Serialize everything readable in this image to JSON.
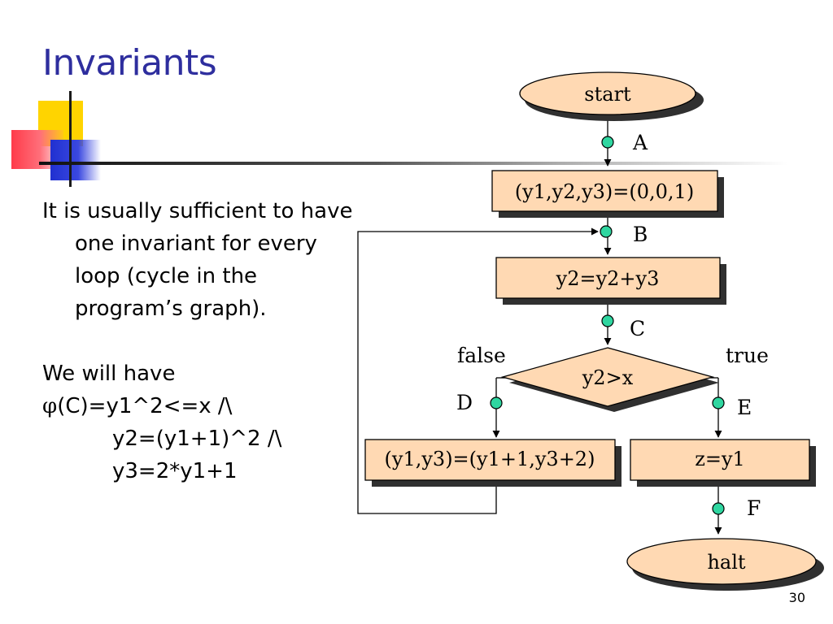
{
  "slide": {
    "title": "Invariants",
    "page_number": "30",
    "paragraph1": {
      "line1": "It is usually sufficient to have",
      "line2": "one  invariant for every",
      "line3": "loop (cycle in the",
      "line4": "program’s graph)."
    },
    "paragraph2": {
      "line1": "We will have",
      "line2_symbol": "φ",
      "line2_rest": "(C)=y1^2<=x /\\",
      "line3": "y2=(y1+1)^2 /\\",
      "line4": "y3=2*y1+1"
    }
  },
  "flowchart": {
    "start": "start",
    "halt": "halt",
    "init": "(y1,y2,y3)=(0,0,1)",
    "update_y2": "y2=y2+y3",
    "decision": "y2>x",
    "update_y1y3": "(y1,y3)=(y1+1,y3+2)",
    "assign_z": "z=y1",
    "branch_false": "false",
    "branch_true": "true",
    "points": {
      "A": "A",
      "B": "B",
      "C": "C",
      "D": "D",
      "E": "E",
      "F": "F"
    },
    "colors": {
      "fill": "#ffd9b3",
      "shadow": "#303030",
      "point": "#2fd6a0",
      "line": "#000000"
    }
  }
}
